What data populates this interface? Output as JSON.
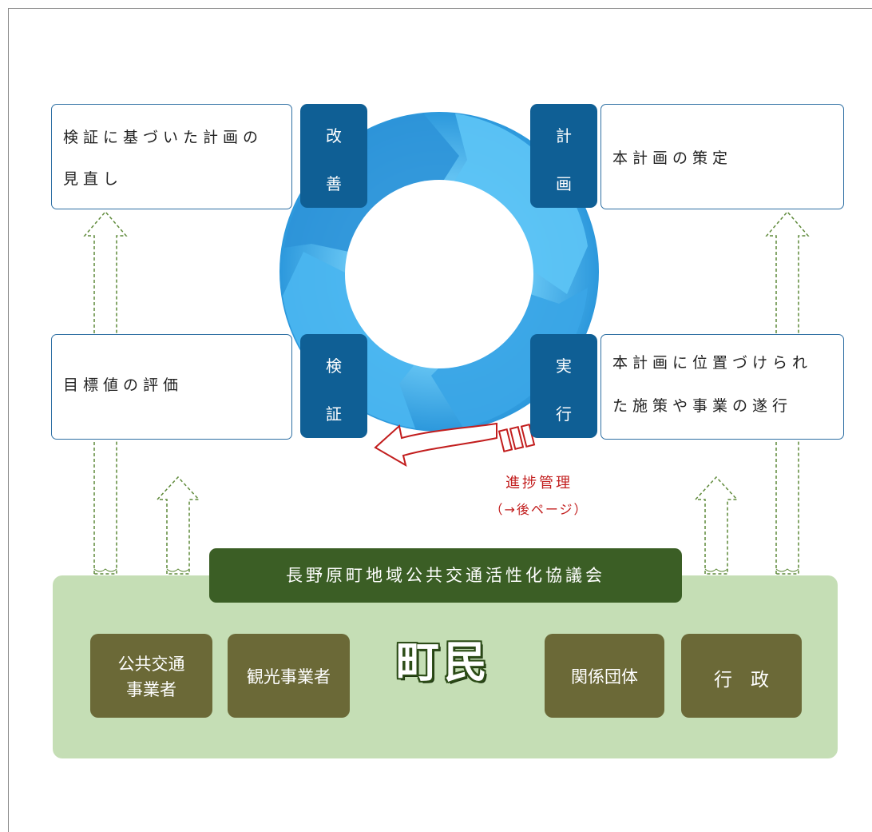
{
  "colors": {
    "stage_fill": "#0f5f95",
    "box_border": "#2e6fa3",
    "ring_light": "#8fd3f7",
    "ring_mid": "#4ab5ef",
    "ring_dark": "#2a8ed6",
    "panel_green": "#c5deb5",
    "council_green": "#3b5e25",
    "actor_olive": "#6b6937",
    "progress_red": "#c21d1d",
    "dashed_arrow": "#5f8a3a"
  },
  "cycle": {
    "improve": {
      "line1": "改",
      "line2": "善",
      "text_line1": "検証に基づいた計画の",
      "text_line2": "見直し"
    },
    "plan": {
      "line1": "計",
      "line2": "画",
      "text_line1": "本計画の策定"
    },
    "check": {
      "line1": "検",
      "line2": "証",
      "text_line1": "目標値の評価"
    },
    "do": {
      "line1": "実",
      "line2": "行",
      "text_line1": "本計画に位置づけられ",
      "text_line2": "た施策や事業の遂行"
    }
  },
  "progress_management": {
    "title": "進捗管理",
    "note": "（→後ページ）"
  },
  "council_label": "長野原町地域公共交通活性化協議会",
  "center_label": "町民",
  "actors": {
    "transit": {
      "line1": "公共交通",
      "line2": "事業者"
    },
    "tourism": {
      "line1": "観光事業者"
    },
    "groups": {
      "line1": "関係団体"
    },
    "admin": {
      "line1": "行　政"
    }
  }
}
